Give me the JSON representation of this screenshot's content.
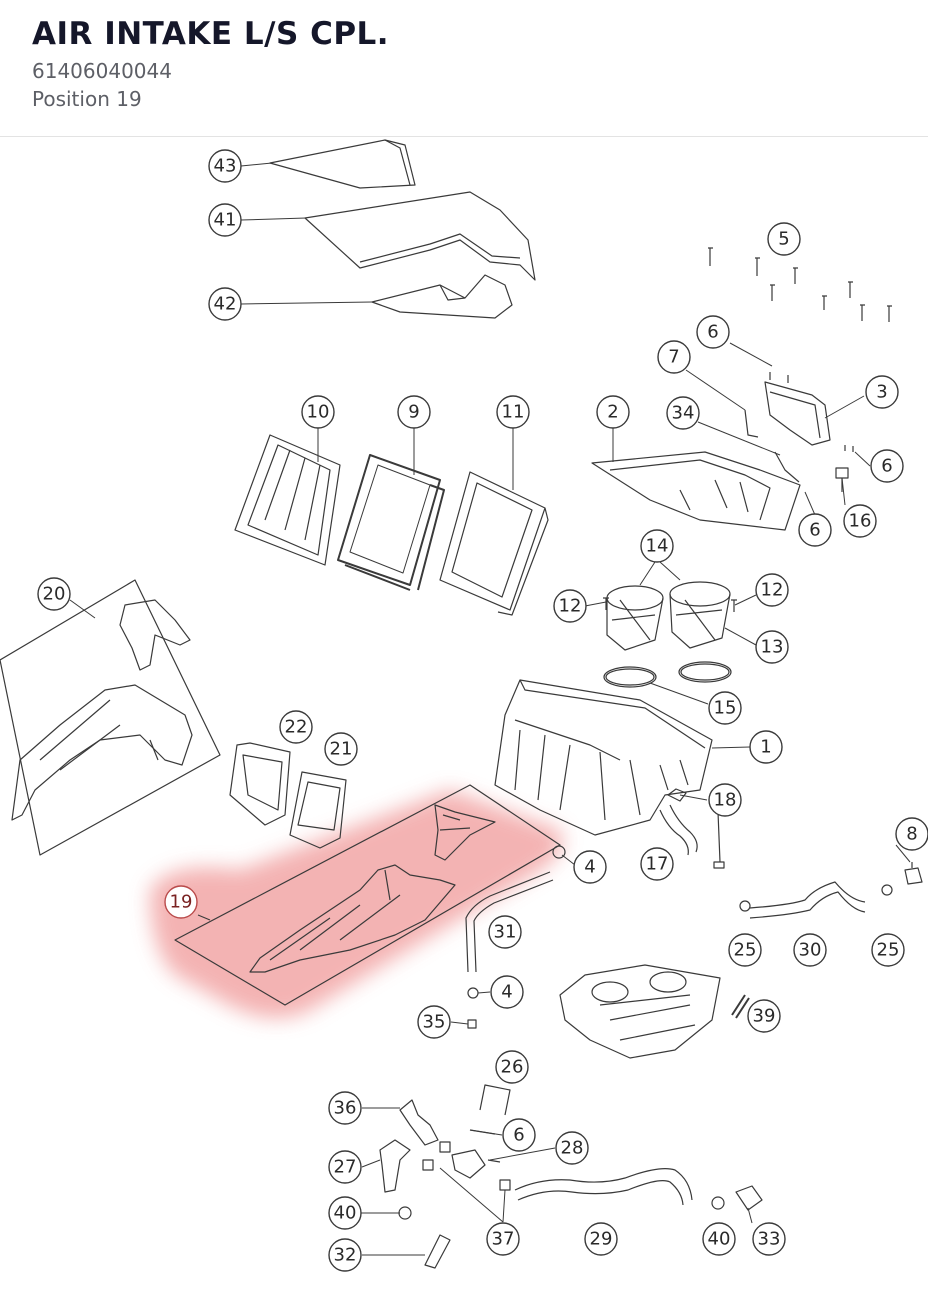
{
  "header": {
    "title": "AIR INTAKE L/S CPL.",
    "part_number": "61406040044",
    "position": "Position 19"
  },
  "diagram": {
    "highlight_color": "#f2a6a6",
    "line_color": "#3a3a3a",
    "selected_callout": "19",
    "callouts": {
      "c43": "43",
      "c41": "41",
      "c42": "42",
      "c5": "5",
      "c6a": "6",
      "c7": "7",
      "c3": "3",
      "c6b": "6",
      "c10": "10",
      "c9": "9",
      "c11": "11",
      "c2": "2",
      "c34": "34",
      "c6c": "6",
      "c16": "16",
      "c14": "14",
      "c12a": "12",
      "c12b": "12",
      "c13": "13",
      "c20": "20",
      "c15": "15",
      "c1": "1",
      "c22": "22",
      "c21": "21",
      "c18": "18",
      "c8": "8",
      "c4a": "4",
      "c17": "17",
      "c19": "19",
      "c31": "31",
      "c25a": "25",
      "c30": "30",
      "c25b": "25",
      "c4b": "4",
      "c39": "39",
      "c35": "35",
      "c26": "26",
      "c36": "36",
      "c6d": "6",
      "c28": "28",
      "c27": "27",
      "c40a": "40",
      "c37": "37",
      "c29": "29",
      "c40b": "40",
      "c33": "33",
      "c32": "32"
    }
  }
}
